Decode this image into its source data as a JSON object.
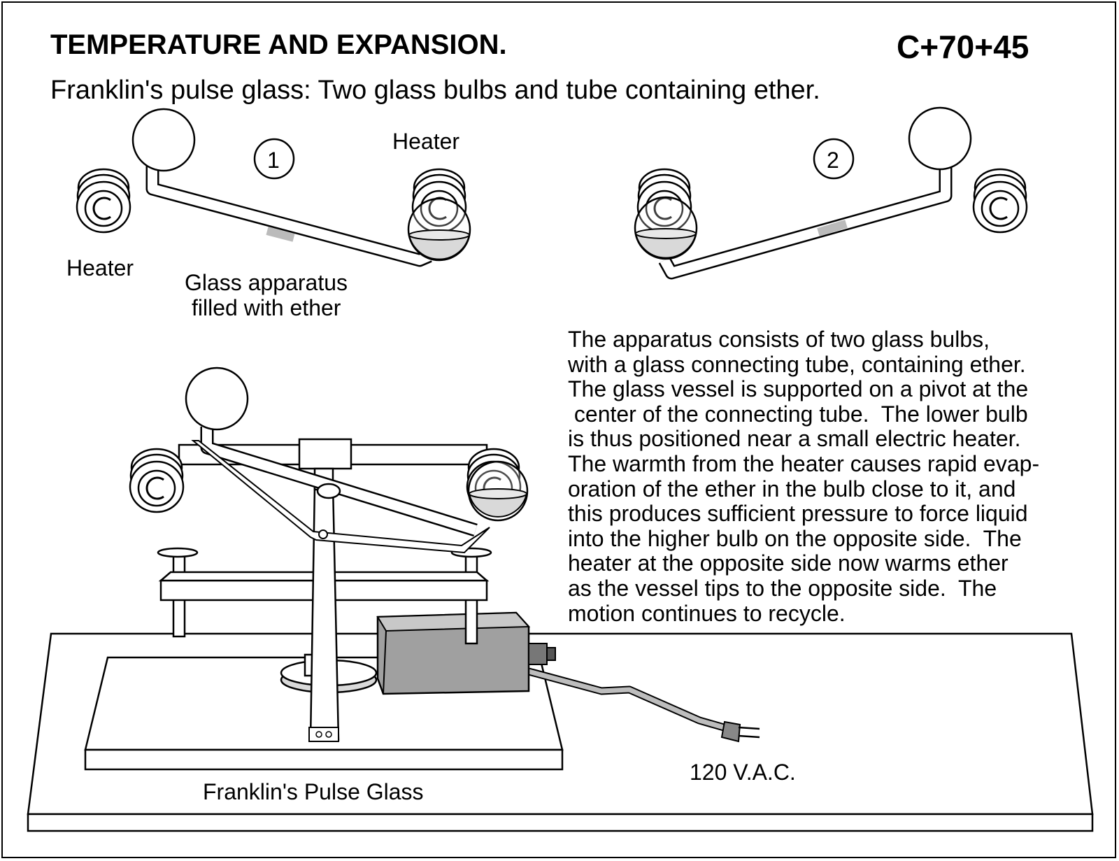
{
  "header": {
    "heading": "TEMPERATURE AND EXPANSION.",
    "code": "C+70+45",
    "subtitle": "Franklin's pulse glass:  Two glass bulbs and tube containing ether."
  },
  "diagram1": {
    "step": "1",
    "heater_right_label": "Heater",
    "heater_left_label": "Heater",
    "apparatus_label_line1": "Glass apparatus",
    "apparatus_label_line2": "filled with ether"
  },
  "diagram2": {
    "step": "2"
  },
  "description": {
    "lines": [
      "The apparatus consists of two glass bulbs,",
      "with a glass connecting tube, containing ether.",
      "The glass vessel is supported on a pivot at the",
      " center of the connecting tube.  The lower bulb",
      "is thus positioned near a small electric heater.",
      "The warmth from the heater causes rapid evap-",
      "oration of the ether in the bulb close to it, and",
      "this produces sufficient pressure to force liquid",
      "into the higher bulb on the opposite side.  The",
      "heater at the opposite side now warms ether",
      "as the vessel tips to the opposite side.  The",
      "motion continues to recycle."
    ]
  },
  "main_figure": {
    "caption": "Franklin's Pulse Glass",
    "power_label": "120 V.A.C."
  },
  "colors": {
    "ink": "#000000",
    "paper": "#ffffff",
    "shading": "#9a9a9a",
    "light_shading": "#d9d9d9"
  }
}
